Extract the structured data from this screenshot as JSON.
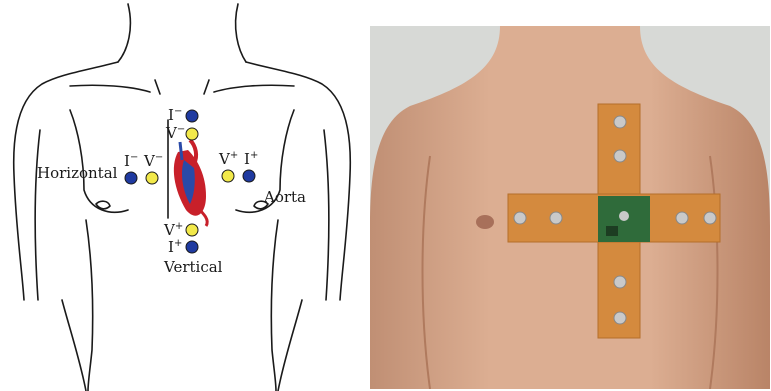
{
  "diagram": {
    "labels": {
      "horizontal": "Horizontal",
      "aorta": "Aorta",
      "vertical": "Vertical",
      "current_letter": "I",
      "voltage_letter": "V",
      "minus": "−",
      "plus": "+"
    },
    "colors": {
      "current_electrode": "#1f3aa0",
      "voltage_electrode": "#f2e94a",
      "outline": "#1a1a1a",
      "heart_red": "#c8202a",
      "heart_blue": "#2a4aa8"
    }
  },
  "photo": {
    "colors": {
      "background": "#d7d9d6",
      "skin": "#d8a88a",
      "skin_shadow": "#b98467",
      "flex_pcb": "#d48a3e",
      "pcb_board": "#2f6b3a",
      "electrode": "#c9c9c9"
    }
  }
}
